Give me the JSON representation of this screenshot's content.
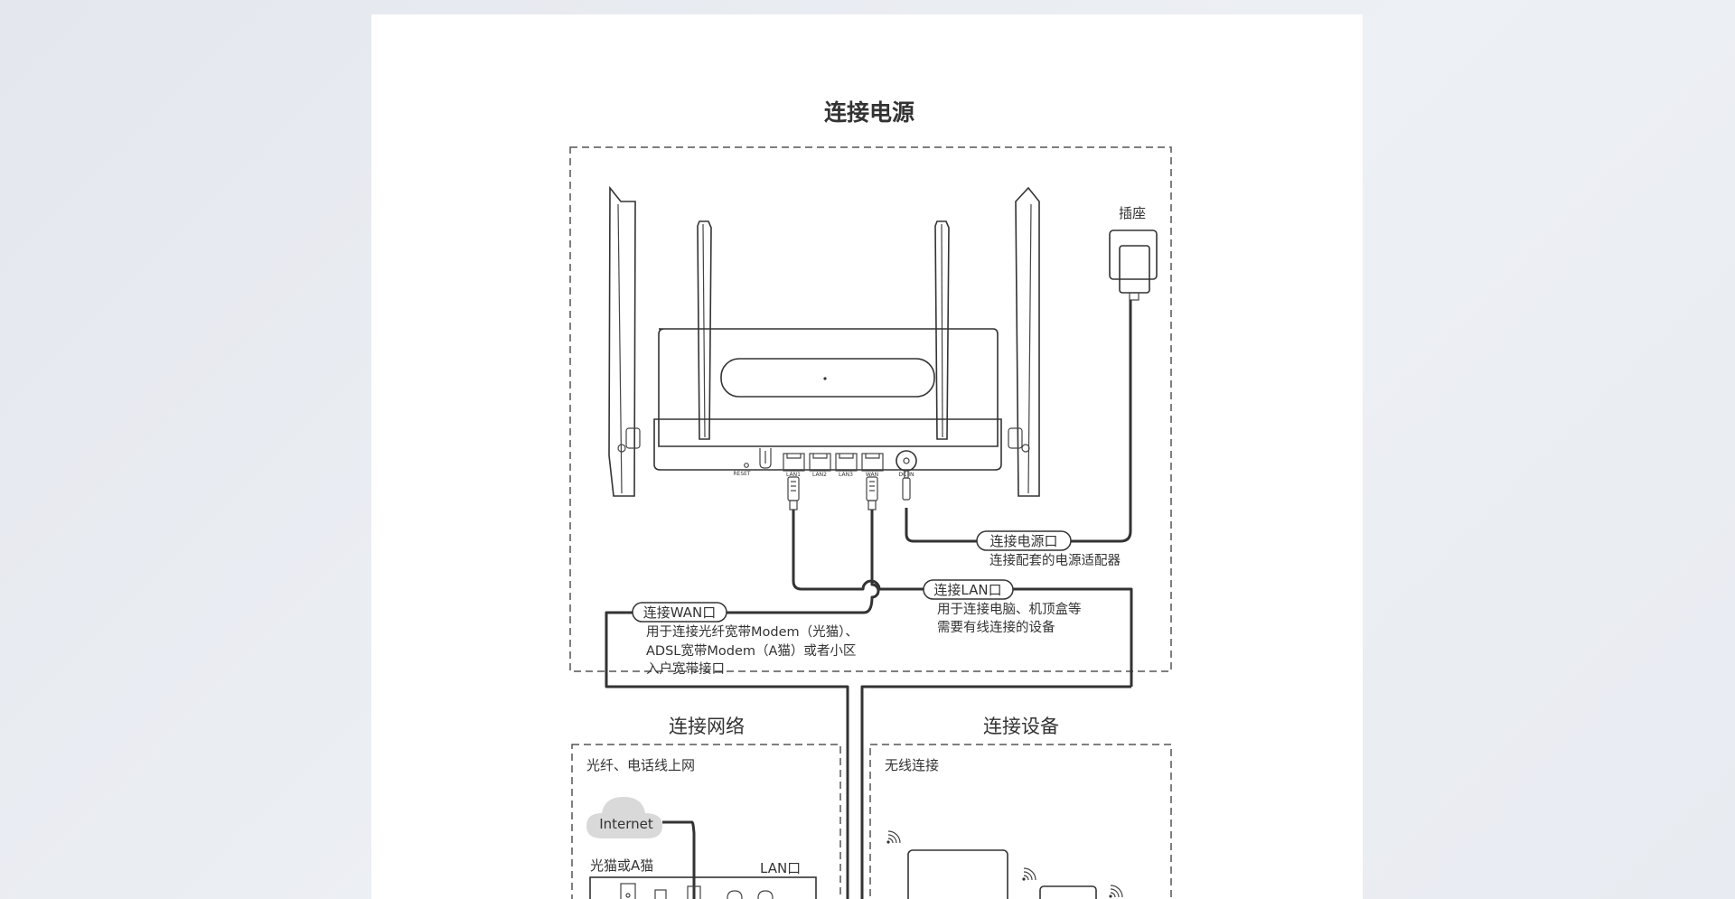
{
  "title": "连接电源",
  "power_section": {
    "socket_label": "插座",
    "power_port": {
      "label": "连接电源口",
      "desc": "连接配套的电源适配器"
    },
    "lan_port": {
      "label": "连接LAN口",
      "desc_lines": [
        "用于连接电脑、机顶盒等",
        "需要有线连接的设备"
      ]
    },
    "wan_port": {
      "label": "连接WAN口",
      "desc_lines": [
        "用于连接光纤宽带Modem（光猫）、",
        "ADSL宽带Modem（A猫）或者小区",
        "入户宽带接口"
      ]
    },
    "router_ports": [
      "RESET",
      "LAN1",
      "LAN2",
      "LAN3",
      "WAN",
      "DC IN"
    ]
  },
  "network_section": {
    "title": "连接网络",
    "subtitle": "光纤、电话线上网",
    "cloud_label": "Internet",
    "modem_label": "光猫或A猫",
    "lan_label": "LAN口"
  },
  "device_section": {
    "title": "连接设备",
    "subtitle": "无线连接"
  },
  "colors": {
    "line": "#333333",
    "cloud": "#d9d9d9",
    "background": "#e9ecf2",
    "page": "#ffffff"
  }
}
